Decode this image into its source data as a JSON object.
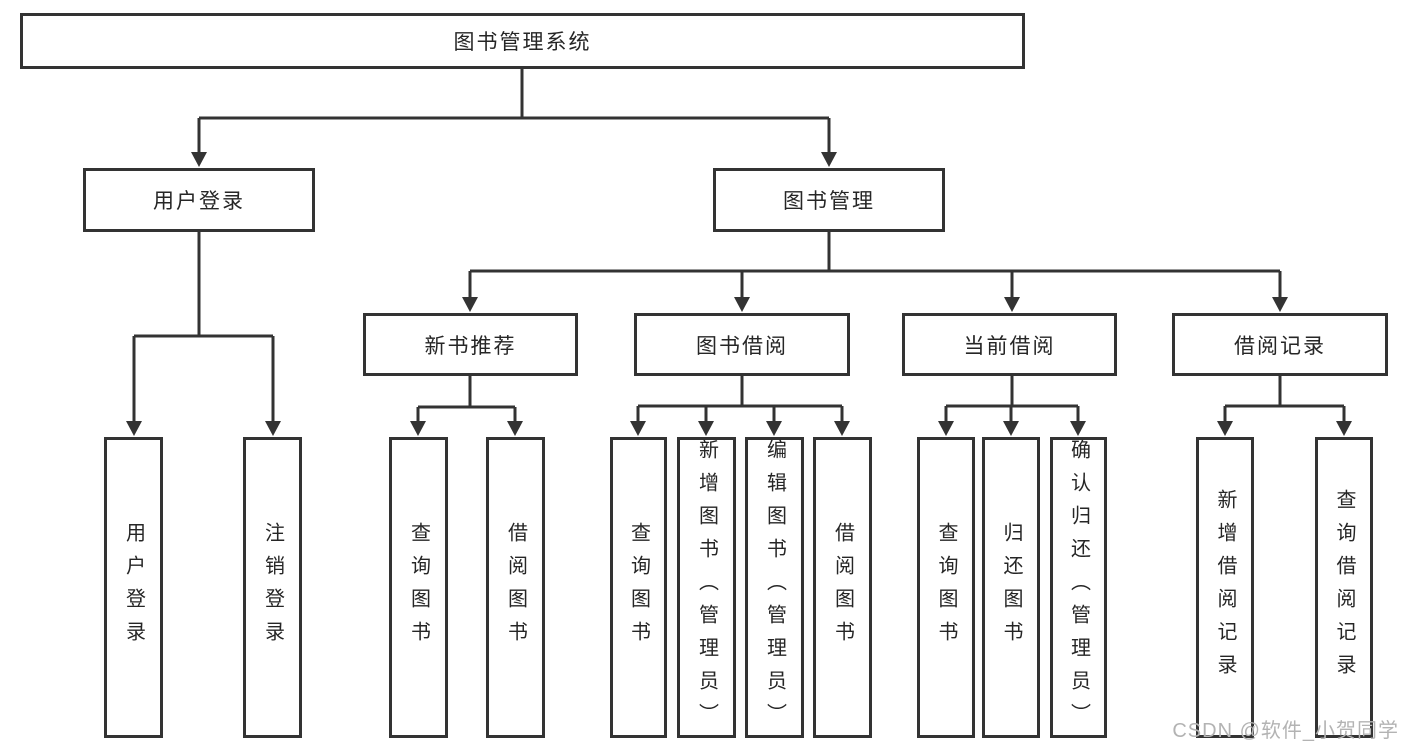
{
  "tree": {
    "root": {
      "label": "图书管理系统"
    },
    "level1": [
      {
        "id": "user-login",
        "label": "用户登录"
      },
      {
        "id": "book-management",
        "label": "图书管理"
      }
    ],
    "level2": [
      {
        "id": "new-book-recommendation",
        "label": "新书推荐"
      },
      {
        "id": "book-borrowing",
        "label": "图书借阅"
      },
      {
        "id": "current-borrowing",
        "label": "当前借阅"
      },
      {
        "id": "borrowing-records",
        "label": "借阅记录"
      }
    ],
    "leaves": [
      {
        "group": "user-login",
        "label": "用户登录"
      },
      {
        "group": "user-login",
        "label": "注销登录"
      },
      {
        "group": "new-book-recommendation",
        "label": "查询图书"
      },
      {
        "group": "new-book-recommendation",
        "label": "借阅图书"
      },
      {
        "group": "book-borrowing",
        "label": "查询图书"
      },
      {
        "group": "book-borrowing",
        "label": "新增图书（管理员）"
      },
      {
        "group": "book-borrowing",
        "label": "编辑图书（管理员）"
      },
      {
        "group": "book-borrowing",
        "label": "借阅图书"
      },
      {
        "group": "current-borrowing",
        "label": "查询图书"
      },
      {
        "group": "current-borrowing",
        "label": "归还图书"
      },
      {
        "group": "current-borrowing",
        "label": "确认归还（管理员）"
      },
      {
        "group": "borrowing-records",
        "label": "新增借阅记录"
      },
      {
        "group": "borrowing-records",
        "label": "查询借阅记录"
      }
    ]
  },
  "watermark": {
    "text": "CSDN @软件_小贺同学"
  },
  "colors": {
    "line": "#333333",
    "text": "#262626",
    "watermark": "#b3b3b3",
    "background": "#ffffff"
  }
}
